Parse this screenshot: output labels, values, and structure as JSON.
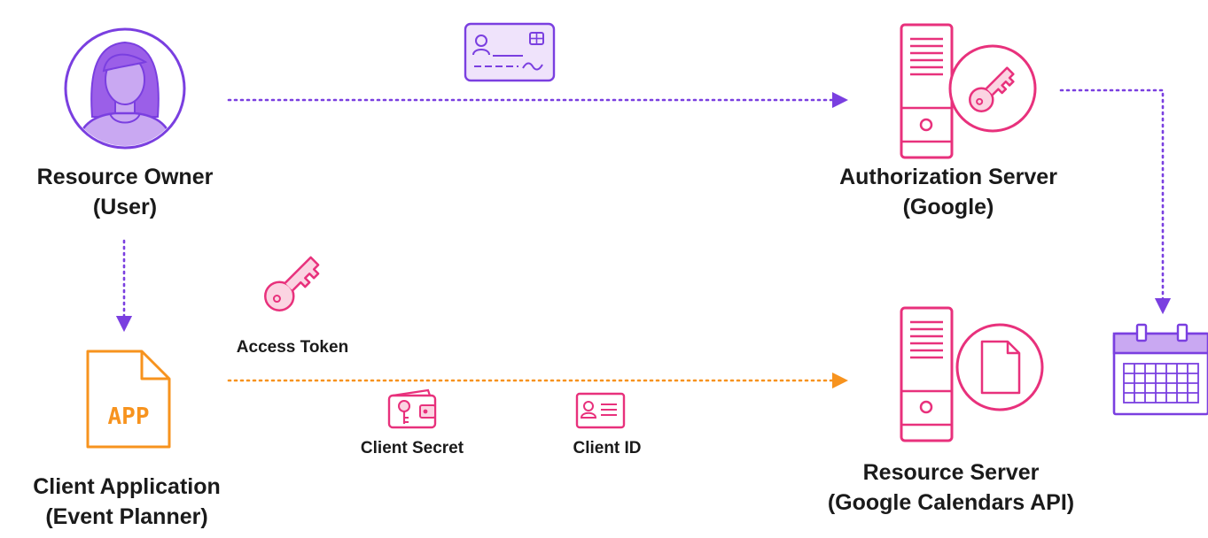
{
  "colors": {
    "purple": "#7a3fe0",
    "purple_light": "#c9a8f2",
    "pink": "#e8317c",
    "pink_light": "#fbd4e2",
    "orange": "#f7931e",
    "text": "#1a1a1a"
  },
  "nodes": {
    "resource_owner": {
      "line1": "Resource Owner",
      "line2": "(User)",
      "icon": "user-avatar-icon"
    },
    "authorization_server": {
      "line1": "Authorization Server",
      "line2": "(Google)",
      "icon": "server-key-icon"
    },
    "client_application": {
      "line1": "Client Application",
      "line2": "(Event Planner)",
      "icon": "app-file-icon",
      "icon_text": "APP"
    },
    "resource_server": {
      "line1": "Resource Server",
      "line2": "(Google Calendars API)",
      "icon": "server-document-icon"
    },
    "calendar": {
      "icon": "calendar-icon"
    }
  },
  "tokens": {
    "access_token": {
      "label": "Access Token",
      "icon": "key-icon"
    },
    "client_secret": {
      "label": "Client Secret",
      "icon": "wallet-key-icon"
    },
    "client_id": {
      "label": "Client ID",
      "icon": "id-card-icon"
    },
    "id_card": {
      "icon": "identity-card-icon"
    }
  }
}
